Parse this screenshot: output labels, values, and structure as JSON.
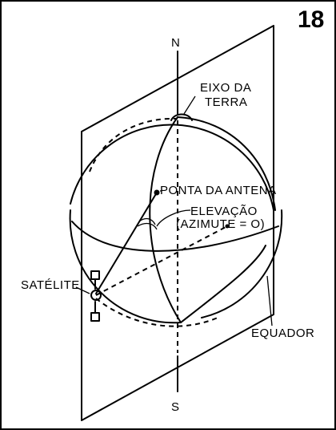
{
  "figure_number": "18",
  "labels": {
    "north": "N",
    "south": "S",
    "earth_axis_line1": "EIXO DA",
    "earth_axis_line2": "TERRA",
    "antenna_tip": "PONTA DA ANTENA",
    "elevation_line1": "ELEVAÇÃO",
    "elevation_line2": "(AZIMUTE = O)",
    "satellite": "SATÉLITE",
    "equator": "EQUADOR"
  }
}
